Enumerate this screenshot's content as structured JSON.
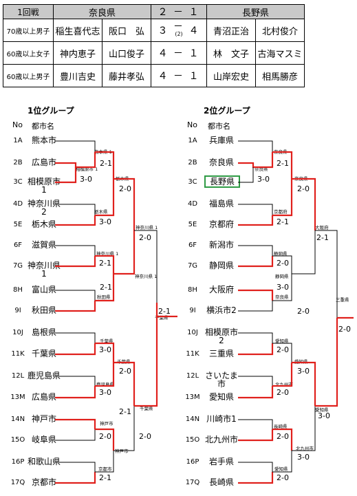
{
  "match": {
    "round": "1回戦",
    "team_a": "奈良県",
    "score": "２ － １",
    "team_b": "長野県",
    "rows": [
      {
        "cat": "70歳以上男子",
        "a1": "稲生喜代志",
        "a2": "阪口　弘",
        "s1": "３",
        "s2": "－",
        "sub": "(2)",
        "s3": "４",
        "b1": "青沼正治",
        "b2": "北村俊介"
      },
      {
        "cat": "60歳以上女子",
        "a1": "神内恵子",
        "a2": "山口俊子",
        "s1": "４",
        "s2": "－",
        "sub": "",
        "s3": "１",
        "b1": "林　文子",
        "b2": "古海マスミ"
      },
      {
        "cat": "60歳以上男子",
        "a1": "豊川吉史",
        "a2": "藤井孝弘",
        "s1": "４",
        "s2": "－",
        "sub": "",
        "s3": "１",
        "b1": "山岸宏史",
        "b2": "相馬勝彦"
      }
    ]
  },
  "g1": {
    "title": "1位グループ",
    "no_label": "No",
    "city_label": "都市名",
    "seeds": [
      "1A",
      "2B",
      "3C",
      "4D",
      "5E",
      "6F",
      "7G",
      "8H",
      "9I",
      "10J",
      "11K",
      "12L",
      "13M",
      "14N",
      "15O",
      "16P",
      "17Q"
    ],
    "teams": [
      "熊本市",
      "広島市",
      "相模原市\n1",
      "神奈川県\n2",
      "栃木県",
      "滋賀県",
      "神奈川県\n1",
      "富山県",
      "秋田県",
      "島根県",
      "千葉県",
      "鹿児島県",
      "広島県",
      "神戸市",
      "岐阜県",
      "和歌山県",
      "京都市"
    ],
    "scores": [
      "2-1",
      "3-0",
      "2-0",
      "3-0",
      "2-1",
      "2-1",
      "2-0",
      "3-0",
      "2-0",
      "3-0",
      "2-1",
      "2-0",
      "2-0",
      "2-1",
      "2-1"
    ],
    "winners": [
      "熊本県 1",
      "相模原市 1",
      "栃木県",
      "栃木県",
      "神奈川県 1",
      "秋田県",
      "神奈川県 1",
      "神奈川県 1",
      "千葉県",
      "鹿児島県",
      "千葉県",
      "神戸市",
      "京都市",
      "神戸市",
      "千葉県",
      "千葉県"
    ]
  },
  "g2": {
    "title": "2位グループ",
    "no_label": "No",
    "city_label": "都市名",
    "seeds": [
      "1A",
      "2B",
      "3C",
      "4D",
      "5E",
      "6F",
      "7G",
      "8H",
      "9I",
      "10J",
      "11K",
      "12L",
      "13M",
      "14N",
      "15O",
      "16P",
      "17Q"
    ],
    "teams": [
      "兵庫県",
      "奈良県",
      "長野県",
      "福島県",
      "京都府",
      "新潟市",
      "静岡県",
      "大阪府",
      "横浜市2",
      "相模原市\n2",
      "三重県",
      "さいたま\n市",
      "愛知県",
      "川崎市1",
      "北九州市",
      "岩手県",
      "長崎県"
    ],
    "scores": [
      "2-1",
      "3-0",
      "2-0",
      "2-1",
      "2-0",
      "3-0",
      "2-1",
      "2-0",
      "2-0",
      "2-0",
      "3-0",
      "2-0",
      "3-0",
      "2-0",
      "3-0",
      "2-0"
    ],
    "winners": [
      "奈良県",
      "奈良県",
      "奈良県",
      "京都府",
      "静岡県",
      "静岡県",
      "大阪府",
      "奈良県",
      "三重県",
      "愛知県",
      "愛知県",
      "北九州市",
      "北九州市",
      "長崎県",
      "愛知県",
      "愛知県"
    ]
  }
}
